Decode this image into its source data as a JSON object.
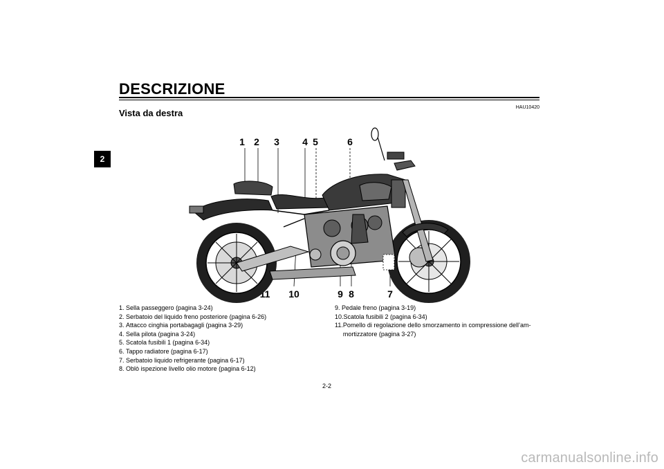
{
  "header": {
    "title": "DESCRIZIONE",
    "code": "HAU10420",
    "subtitle": "Vista da destra"
  },
  "chapter_tab": "2",
  "figure": {
    "callouts_top": [
      "1",
      "2",
      "3",
      "4",
      "5",
      "6"
    ],
    "callouts_bottom": [
      "11",
      "10",
      "9",
      "8",
      "7"
    ]
  },
  "legend_left": [
    {
      "num": "1. ",
      "text": "Sella passeggero (pagina 3-24)"
    },
    {
      "num": "2. ",
      "text": "Serbatoio del liquido freno posteriore (pagina 6-26)"
    },
    {
      "num": "3. ",
      "text": "Attacco cinghia portabagagli (pagina 3-29)"
    },
    {
      "num": "4. ",
      "text": "Sella pilota (pagina 3-24)"
    },
    {
      "num": "5. ",
      "text": "Scatola fusibili 1 (pagina 6-34)"
    },
    {
      "num": "6. ",
      "text": "Tappo radiatore (pagina 6-17)"
    },
    {
      "num": "7. ",
      "text": "Serbatoio liquido refrigerante (pagina 6-17)"
    },
    {
      "num": "8. ",
      "text": "Oblò ispezione livello olio motore (pagina 6-12)"
    }
  ],
  "legend_right": [
    {
      "num": "9. ",
      "text": "Pedale freno (pagina 3-19)"
    },
    {
      "num": "10.",
      "text": "Scatola fusibili 2 (pagina 6-34)"
    },
    {
      "num": "11.",
      "text": "Pomello di regolazione dello smorzamento in compressione dell’am­mortizzatore (pagina 3-27)"
    }
  ],
  "footer": {
    "page_number": "2-2",
    "watermark": "carmanualsonline.info"
  }
}
